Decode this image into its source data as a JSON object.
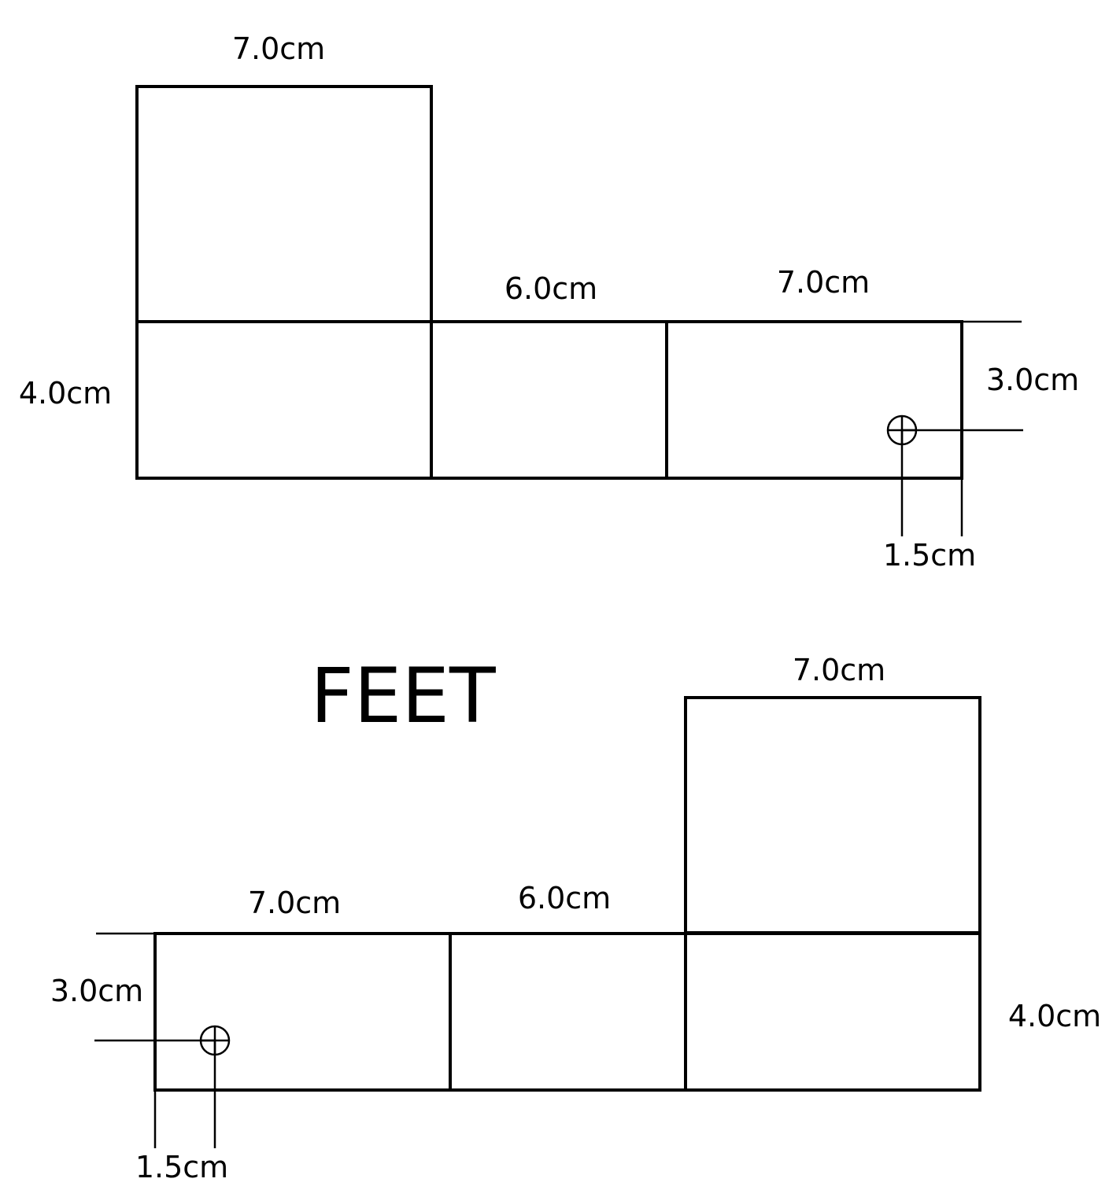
{
  "title": "FEET",
  "colors": {
    "line": "#000000",
    "background": "#ffffff"
  },
  "nets": [
    {
      "id": "top",
      "labels": {
        "flap_width": "7.0cm",
        "middle_width": "6.0cm",
        "right_width": "7.0cm",
        "left_height": "4.0cm",
        "hole_from_top": "3.0cm",
        "hole_from_side": "1.5cm"
      }
    },
    {
      "id": "bottom",
      "labels": {
        "flap_width": "7.0cm",
        "left_width": "7.0cm",
        "middle_width": "6.0cm",
        "hole_from_top": "3.0cm",
        "right_height": "4.0cm",
        "hole_from_side": "1.5cm"
      }
    }
  ]
}
